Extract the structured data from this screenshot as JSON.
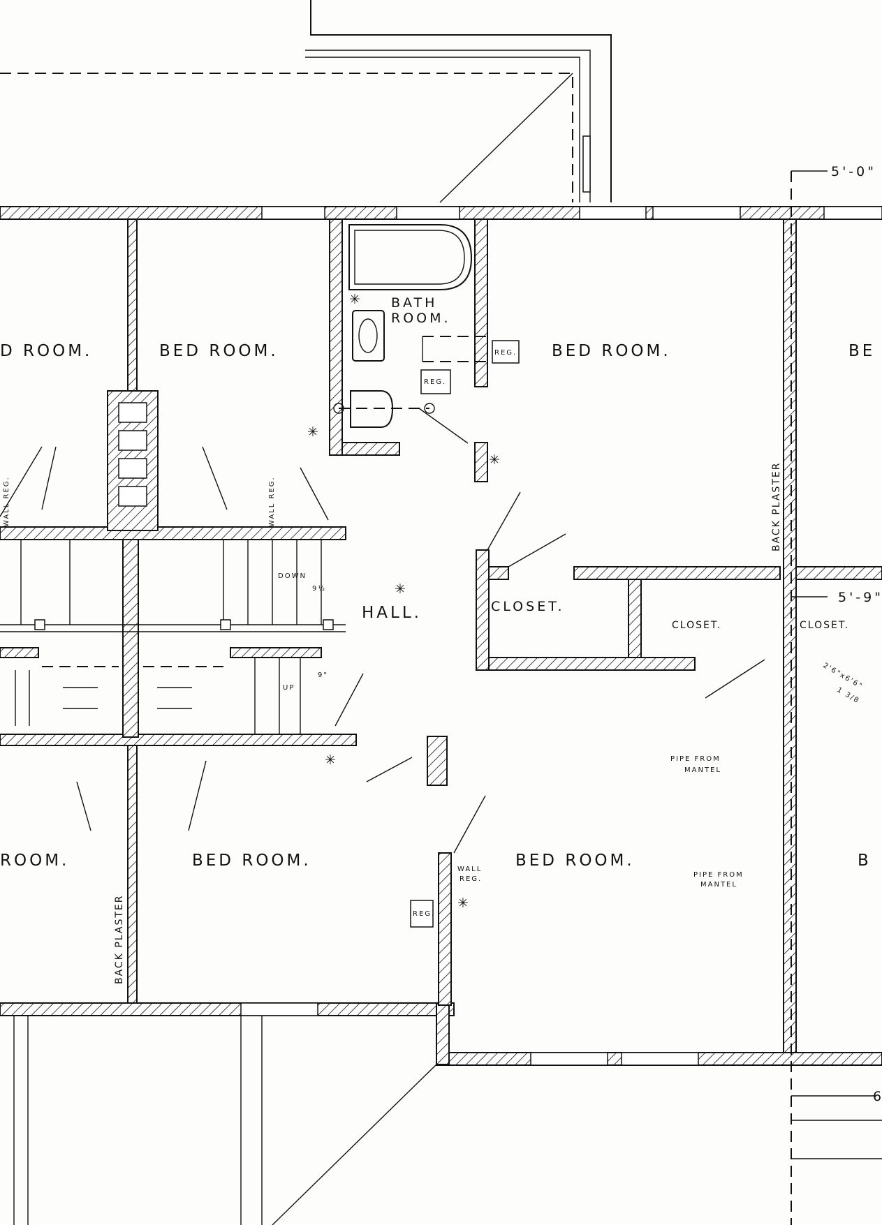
{
  "plan": {
    "room_labels": [
      "D ROOM.",
      "BED ROOM.",
      "BED ROOM.",
      "BE",
      "BATH",
      "ROOM.",
      "HALL.",
      "CLOSET.",
      "CLOSET.",
      "CLOSET.",
      "ROOM.",
      "BED ROOM.",
      "BED ROOM.",
      "B"
    ],
    "notes": {
      "reg": "REG.",
      "down": "DOWN",
      "up": "UP",
      "wall_reg": [
        "WALL",
        "REG."
      ],
      "wall_reg_side": "WALL REG.",
      "back_plaster": "BACK PLASTER",
      "pipe_from_mantel": [
        "PIPE FROM",
        "MANTEL"
      ],
      "riser_9_half": "9½",
      "riser_9": "9\"",
      "closet_size": "2'6\"x6'6\"",
      "closet_size_2": "1 3/8"
    },
    "dimensions": {
      "top": "5'-0\"",
      "closet": "5'-9\"",
      "bottom": "6"
    }
  }
}
